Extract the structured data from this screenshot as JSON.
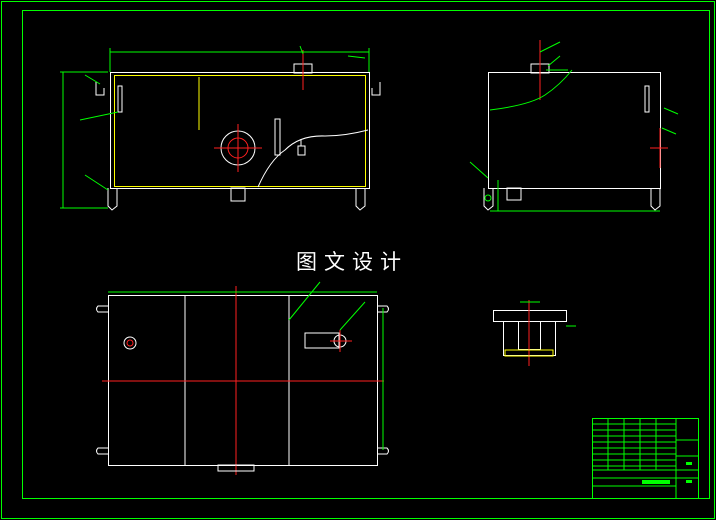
{
  "watermark": "图文设计",
  "colors": {
    "background": "#000000",
    "outline": "#ffffff",
    "frame": "#00ff00",
    "centerline": "#ff2020",
    "hidden": "#ffff00"
  },
  "views": [
    "front-view",
    "side-view",
    "top-view",
    "section-detail"
  ]
}
